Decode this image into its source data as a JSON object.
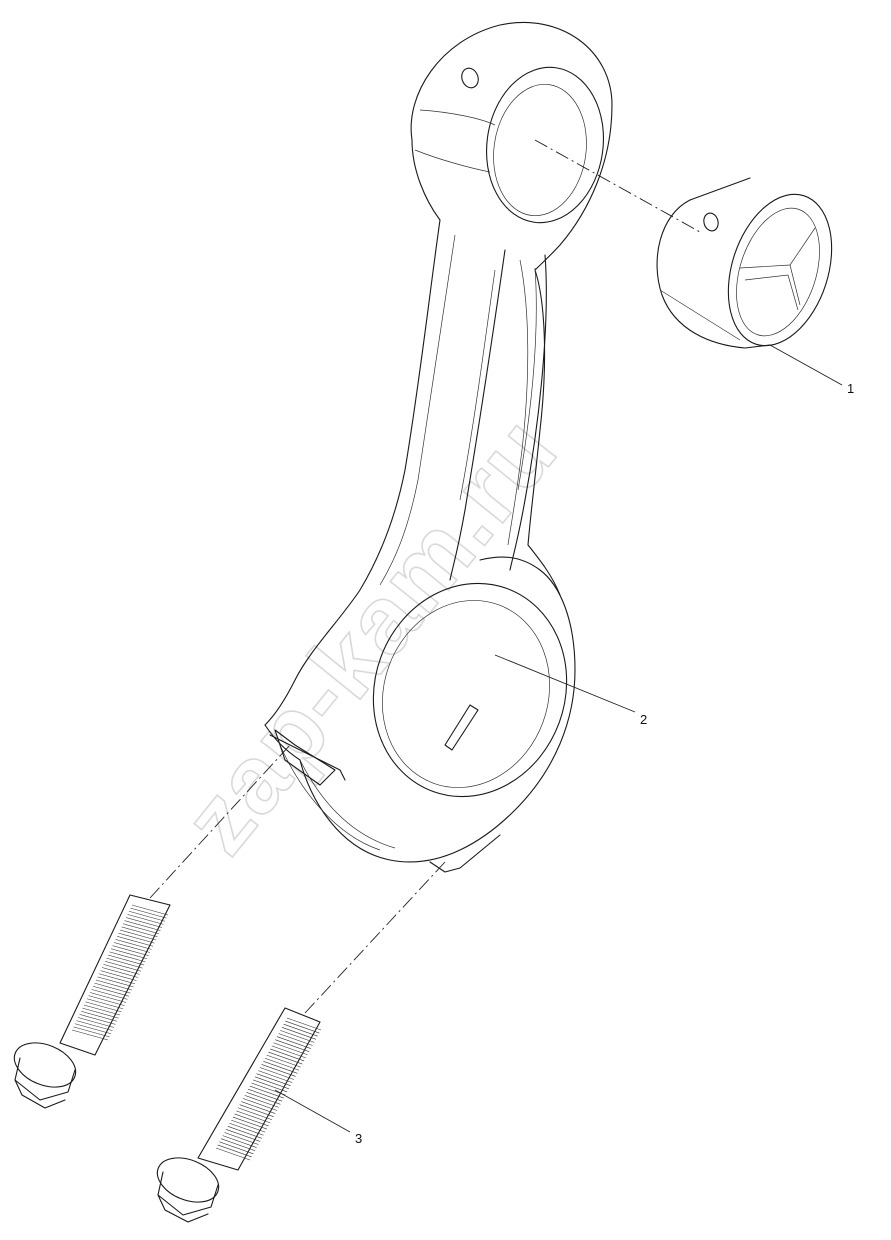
{
  "watermark": "zap-kam.ru",
  "callouts": [
    "1",
    "2",
    "3"
  ],
  "parts": [
    {
      "callout": "1",
      "item": "bushing-icon"
    },
    {
      "callout": "2",
      "item": "connecting-rod-icon"
    },
    {
      "callout": "3",
      "item": "bolt-icon"
    }
  ],
  "colors": {
    "line": "#1a1a1a",
    "watermark": "#d9d9d9",
    "background": "#ffffff"
  }
}
